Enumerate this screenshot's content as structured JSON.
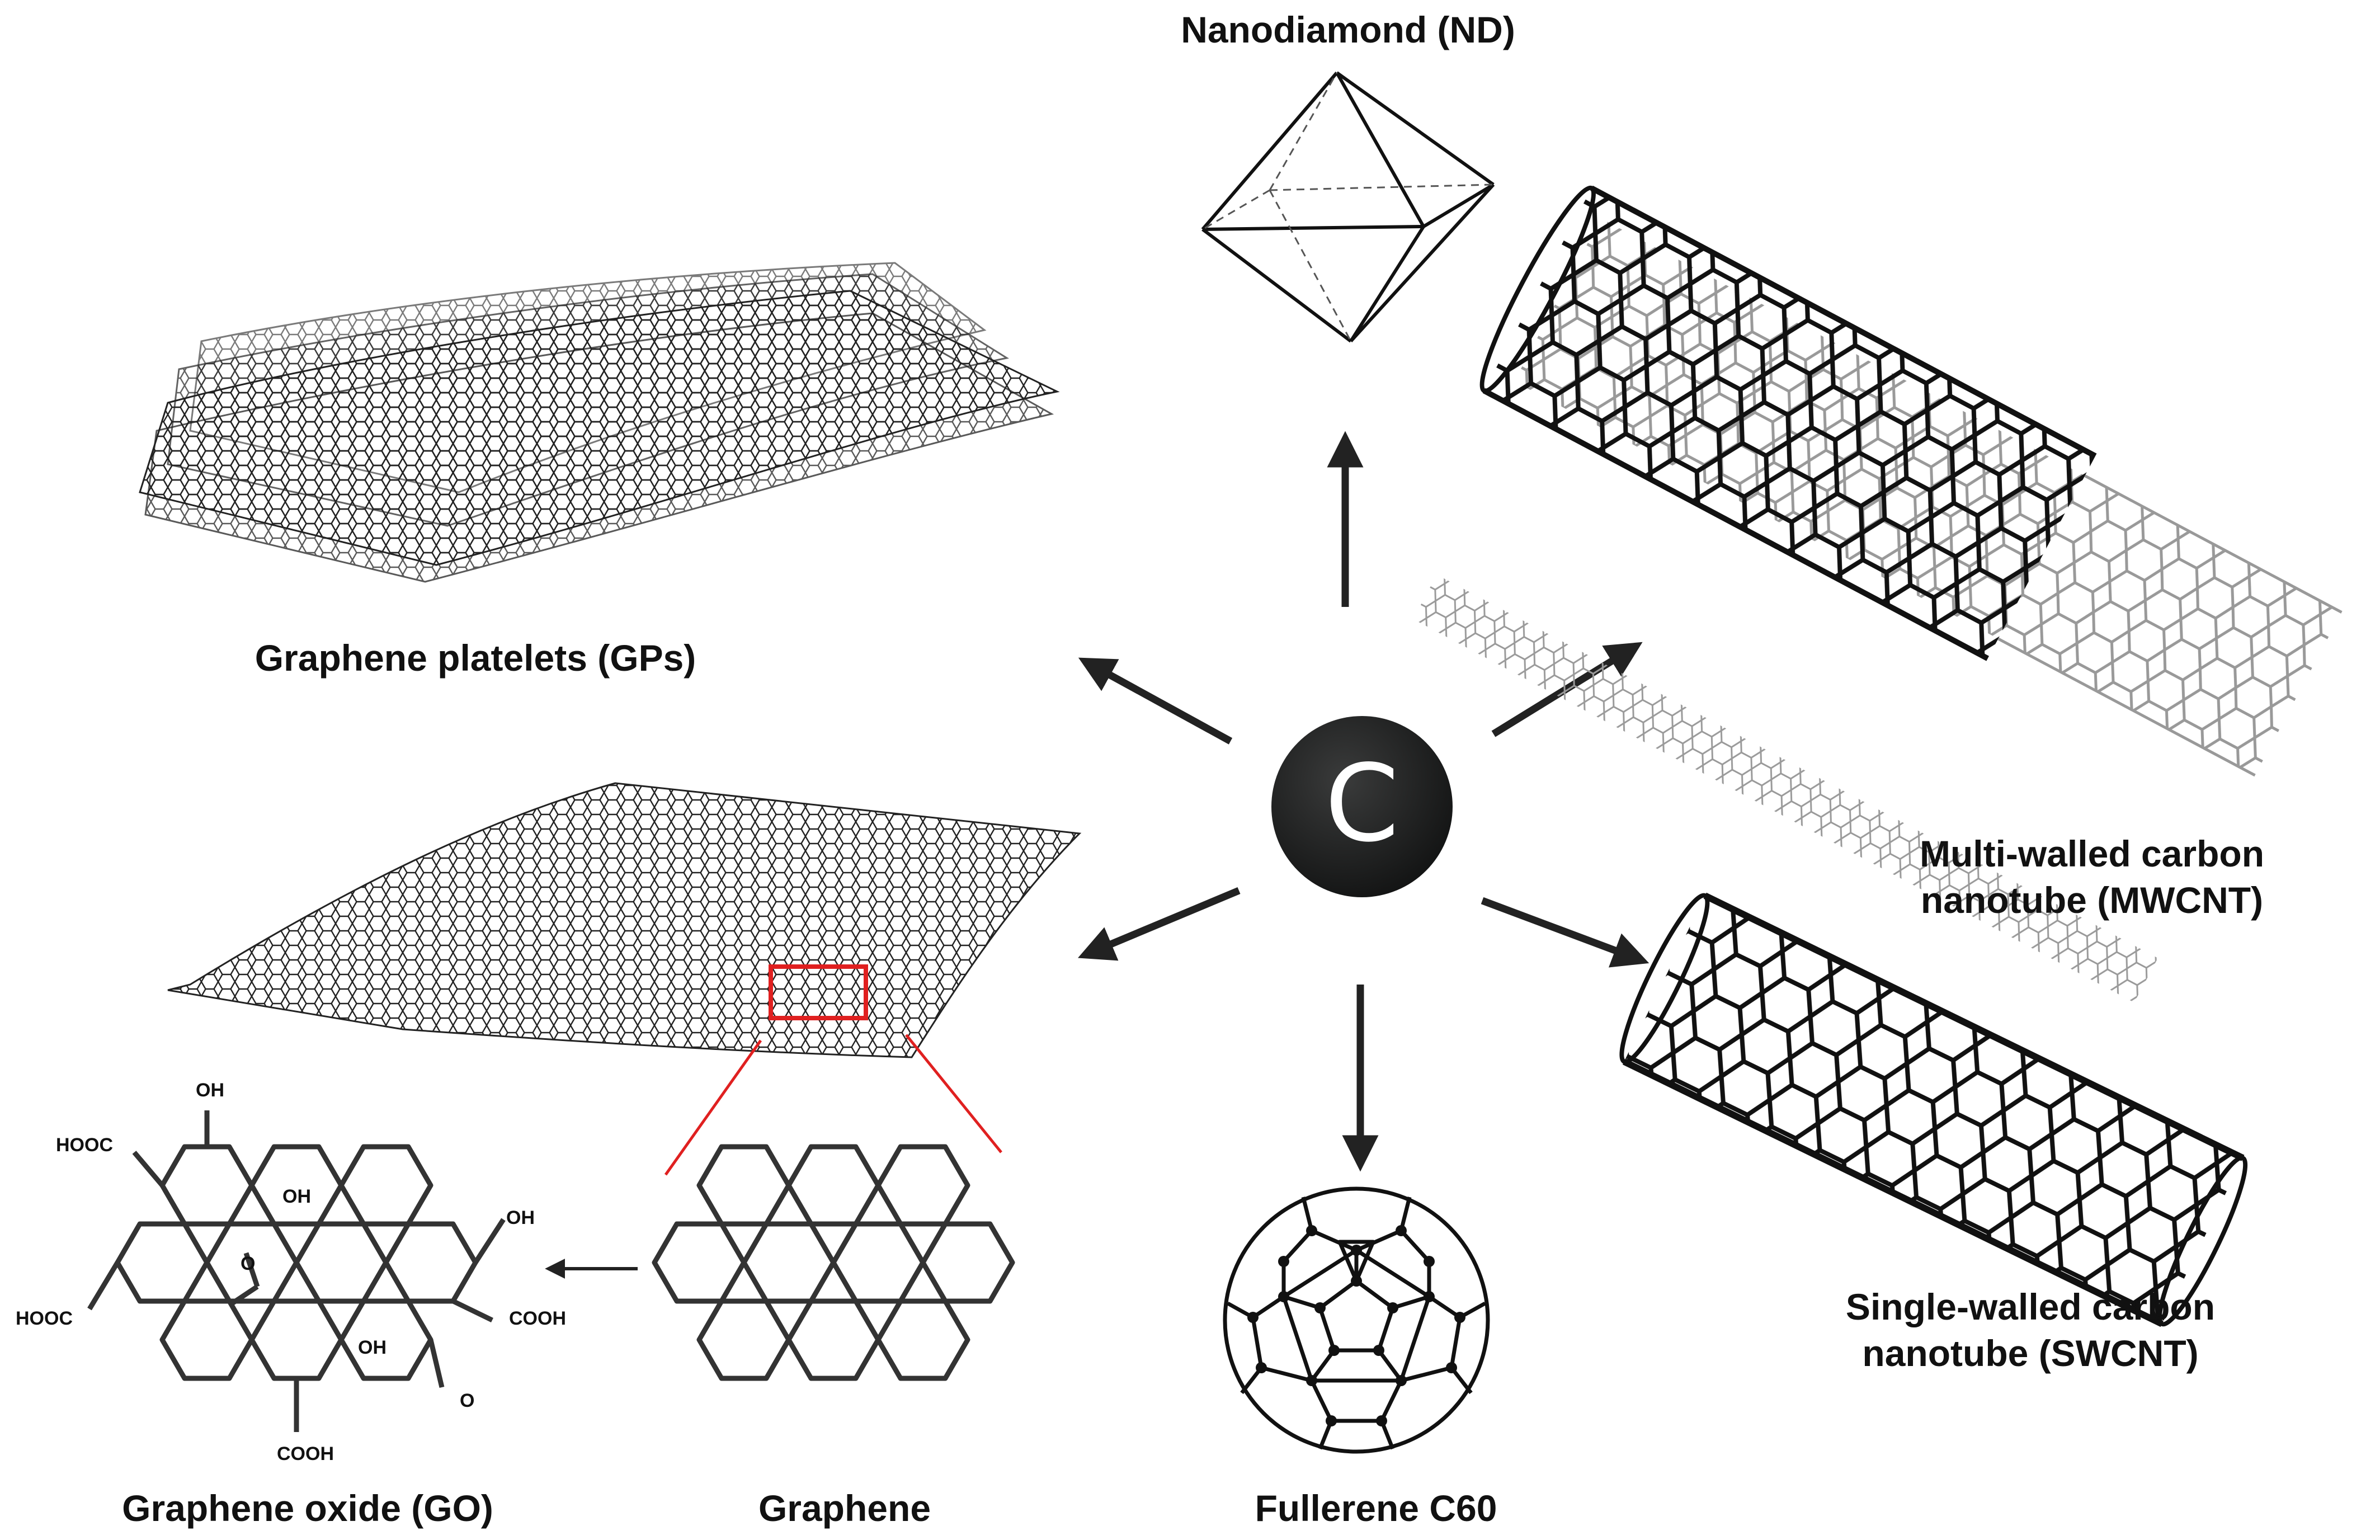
{
  "center_symbol": "C",
  "labels": {
    "nanodiamond": "Nanodiamond (ND)",
    "graphene_platelets": "Graphene platelets (GPs)",
    "mwcnt_line1": "Multi-walled carbon",
    "mwcnt_line2": "nanotube (MWCNT)",
    "swcnt_line1": "Single-walled carbon",
    "swcnt_line2": "nanotube (SWCNT)",
    "graphene_oxide": "Graphene oxide (GO)",
    "graphene": "Graphene",
    "fullerene": "Fullerene C60"
  },
  "go_groups": {
    "oh_top": "OH",
    "hooc_top": "HOOC",
    "oh_inner": "OH",
    "oh_right": "OH",
    "epoxide_o": "O",
    "hooc_left": "HOOC",
    "cooh_right": "COOH",
    "oh_lower": "OH",
    "ketone_o": "O",
    "cooh_bottom": "COOH"
  },
  "colors": {
    "ink": "#111111",
    "atom": "#1f2020",
    "highlight": "#e02020",
    "tube_light": "#9a9a9a"
  }
}
